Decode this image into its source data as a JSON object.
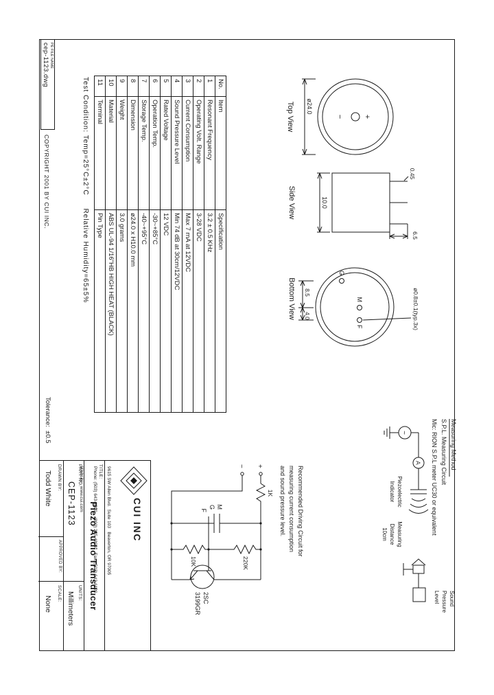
{
  "file_box": {
    "label": "PE FILE NAME",
    "name": "cep-1123.dwg"
  },
  "copyright": "COPYRIGHT 2001 BY CUI INC.",
  "tolerance_note": "Tolerance:  ±0.5",
  "views": {
    "top": {
      "label": "Top View",
      "dia": "ø24.0",
      "plus": "+",
      "minus": "−"
    },
    "side": {
      "label": "Side View",
      "height": "10.0",
      "pin_len": "6.5",
      "pin_dim": "0.45"
    },
    "bottom": {
      "label": "Bottom View",
      "dim_a": "8.5",
      "dim_b": "4.0",
      "pin_dia": "ø0.8±0.1(typ.3x)",
      "pin_m": "M",
      "pin_f": "F",
      "pin_g": "G"
    }
  },
  "spec_table": {
    "headers": [
      "No.",
      "Item",
      "Specification"
    ],
    "rows": [
      {
        "no": "1",
        "item": "Resonant Frequency",
        "spec": "3.2 ± 0.5 KHz"
      },
      {
        "no": "2",
        "item": "Operating Volt. Range",
        "spec": "3-28 VDC"
      },
      {
        "no": "3",
        "item": "Current Consumption",
        "spec": "Max 7 mA at 12VDC"
      },
      {
        "no": "4",
        "item": "Sound Pressure Level",
        "spec": "Min 74 dB at 30cm/12VDC"
      },
      {
        "no": "5",
        "item": "Rated Voltage",
        "spec": "12 VDC"
      },
      {
        "no": "6",
        "item": "Operation Temp.",
        "spec": "-30~+85°C"
      },
      {
        "no": "7",
        "item": "Storage Temp.",
        "spec": "-40~+95°C"
      },
      {
        "no": "8",
        "item": "Dimension",
        "spec": "ø24.0 x H10.0 mm"
      },
      {
        "no": "9",
        "item": "Weight",
        "spec": "3.0 grams"
      },
      {
        "no": "10",
        "item": "Material",
        "spec": "ABS UL-94 1/16\"HB HIGH HEAT (BLACK)"
      },
      {
        "no": "11",
        "item": "Terminal",
        "spec": "Pin Type"
      }
    ],
    "test_condition": "Test Condition: Temp=25°C±2°C     Relative Humidity=65±5%"
  },
  "measuring": {
    "title": "Measuring Method",
    "subtitle": "S.P.L. Measuring Circuit",
    "mic_line": "Mic: RION S.P.L meter UC30 or equivalent",
    "ammeter": "A",
    "source": "~",
    "piezo": [
      "Piezoelectric",
      "Indicator"
    ],
    "distance": [
      "Measuring",
      "Distance",
      "10cm"
    ],
    "spl": [
      "Sound",
      "Pressure",
      "Level"
    ]
  },
  "driving": {
    "notes": [
      "Recommended Driving Circuit for",
      "measuring current consumption",
      "and sound pressure level."
    ],
    "plus": "+",
    "minus": "−",
    "r1": "1K",
    "r2": "220K",
    "r3": "10K",
    "q": [
      "2SC",
      "3199GR"
    ],
    "pin_m": "M",
    "pin_g": "G",
    "pin_f": "F"
  },
  "title_block": {
    "company": "CUI INC",
    "address": [
      "9615 SW Allen Blvd.  Suite 103   Beaverton, OR 97005",
      "Phone: (503) 643-4899    (800) 275-4899    Fax: (503) 643-6129",
      "Website:  www.cui.com"
    ],
    "title_label": "TITLE:",
    "title": "Piezo Audio Transducer",
    "part_no_label": "PART NO.",
    "part_no": "CEP-1123",
    "units_label": "UNITS:",
    "units": "Millimeters",
    "drawn_by_label": "DRAWN BY:",
    "drawn_by": "Todd White",
    "approved_by_label": "APPROVED BY:",
    "scale_label": "SCALE:",
    "scale": "None"
  }
}
